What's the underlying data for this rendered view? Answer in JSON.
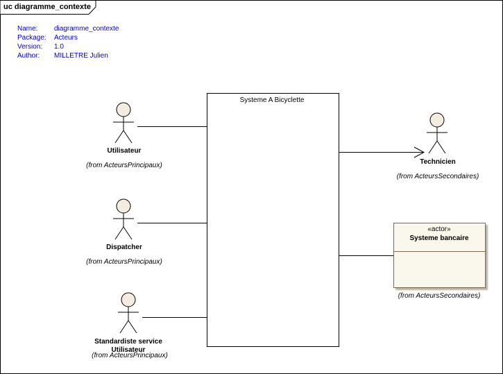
{
  "diagram": {
    "title": "uc diagramme_contexte",
    "meta": [
      {
        "key": "Name:",
        "value": "diagramme_contexte"
      },
      {
        "key": "Package:",
        "value": "Acteurs"
      },
      {
        "key": "Version:",
        "value": "1.0"
      },
      {
        "key": "Author:",
        "value": "MILLETRE Julien"
      }
    ]
  },
  "system": {
    "label": "Systeme A Bicyclette"
  },
  "actors": [
    {
      "name": "Utilisateur",
      "from": "(from ActeursPrincipaux)"
    },
    {
      "name": "Dispatcher",
      "from": "(from ActeursPrincipaux)"
    },
    {
      "name": "Standardiste service Utilisateur",
      "from": "(from ActeursPrincipaux)"
    },
    {
      "name": "Technicien",
      "from": "(from ActeursSecondaires)"
    }
  ],
  "bank": {
    "stereotype": "«actor»",
    "name": "Systeme bancaire",
    "from": "(from ActeursSecondaires)"
  },
  "colors": {
    "meta_text": "#0000cc",
    "actor_head": "#f5ecdf",
    "class_fill": "#faf7ec"
  }
}
